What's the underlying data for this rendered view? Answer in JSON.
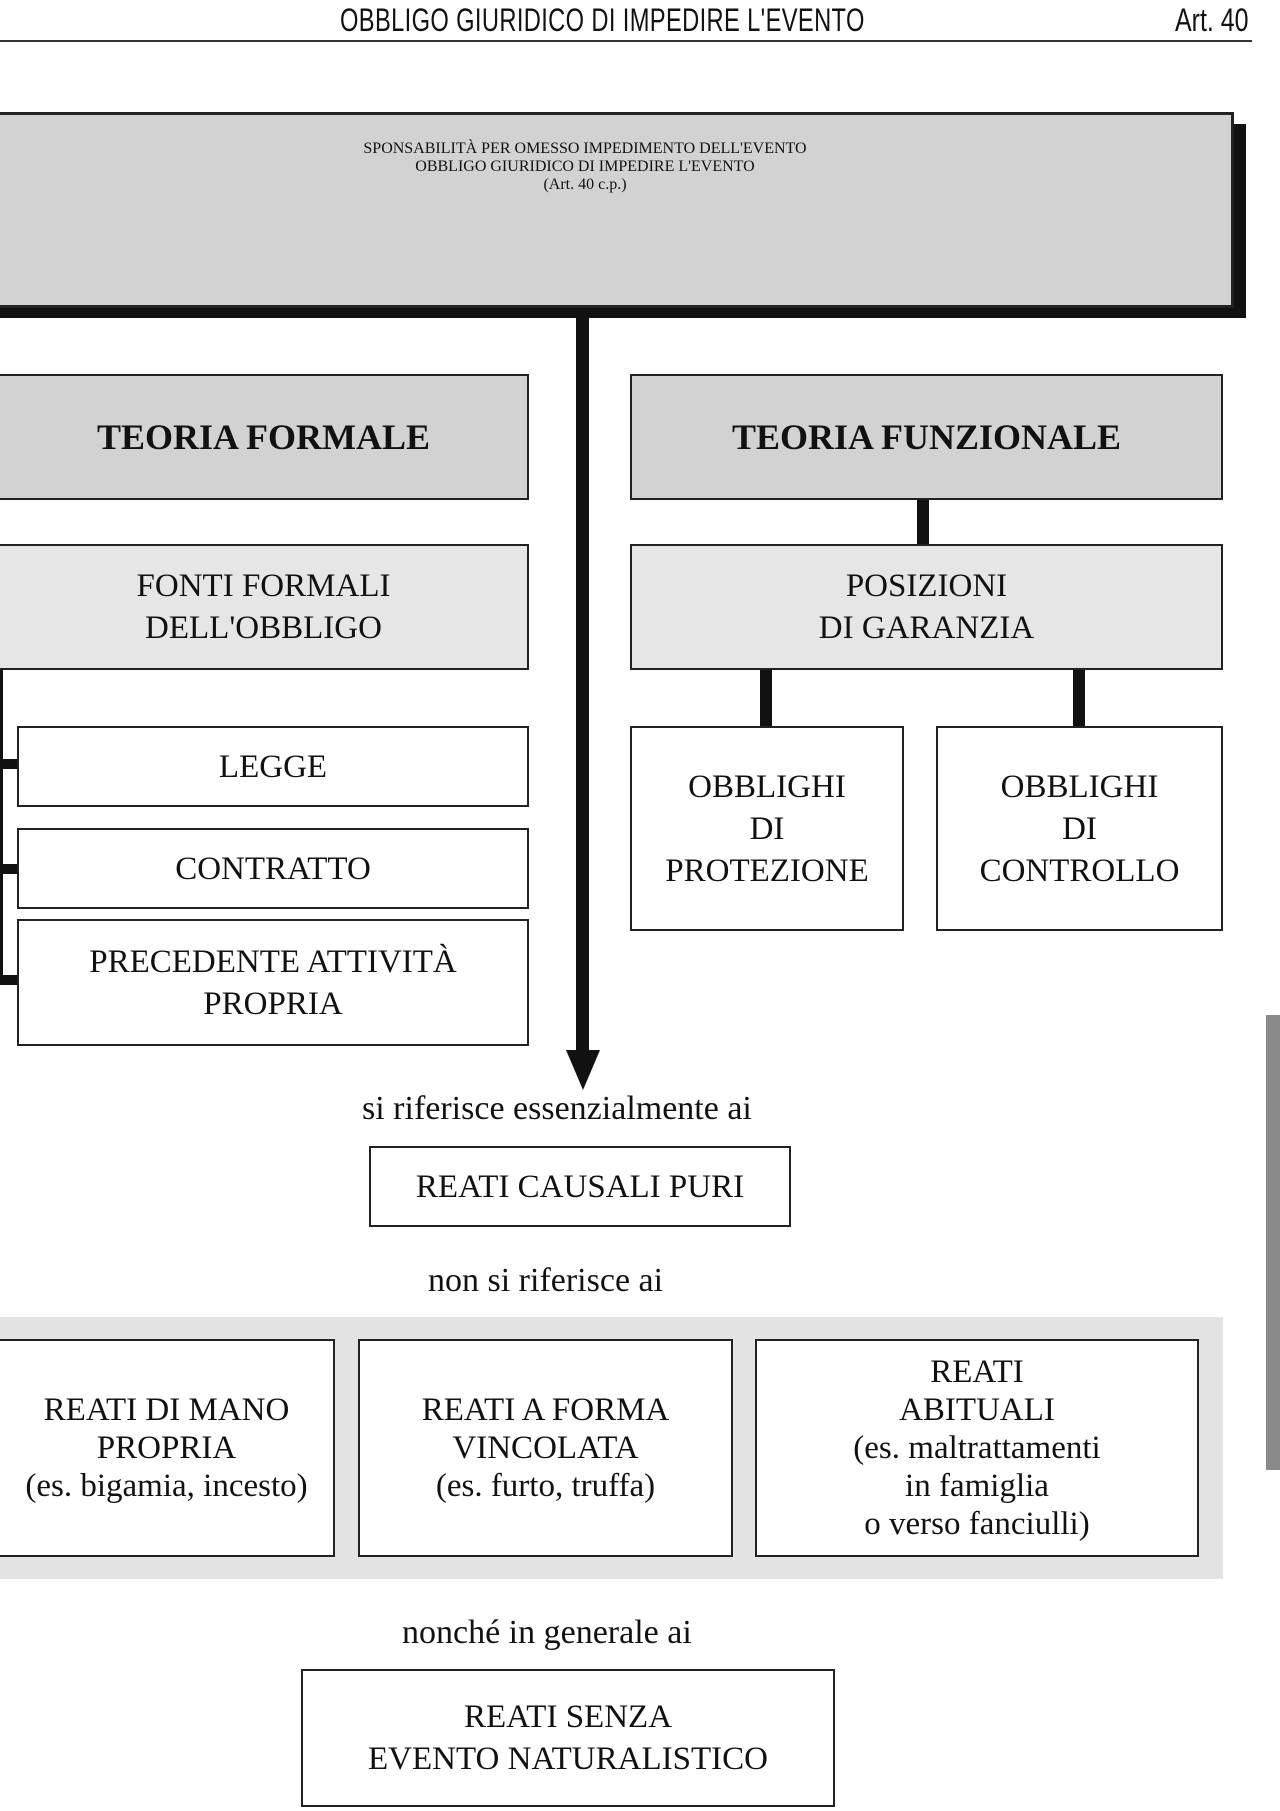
{
  "header": {
    "title": "OBBLIGO GIURIDICO DI IMPEDIRE L'EVENTO",
    "article": "Art. 40"
  },
  "banner": {
    "line1": "SPONSABILITÀ PER OMESSO IMPEDIMENTO DELL'EVENTO",
    "line2": "OBBLIGO GIURIDICO DI IMPEDIRE L'EVENTO",
    "line3": "(Art. 40 c.p.)"
  },
  "formal": {
    "title": "TEORIA FORMALE",
    "sources_l1": "FONTI FORMALI",
    "sources_l2": "DELL'OBBLIGO",
    "items": [
      "LEGGE",
      "CONTRATTO"
    ],
    "item3_l1": "PRECEDENTE ATTIVITÀ",
    "item3_l2": "PROPRIA"
  },
  "functional": {
    "title": "TEORIA FUNZIONALE",
    "positions_l1": "POSIZIONI",
    "positions_l2": "DI GARANZIA",
    "protection": [
      "OBBLIGHI",
      "DI",
      "PROTEZIONE"
    ],
    "control": [
      "OBBLIGHI",
      "DI",
      "CONTROLLO"
    ]
  },
  "refers": {
    "caption": "si riferisce essenzialmente ai",
    "box": "REATI CAUSALI PURI"
  },
  "not_refers": {
    "caption": "non si riferisce ai",
    "box1": [
      "REATI DI MANO",
      "PROPRIA",
      "(es. bigamia, incesto)"
    ],
    "box2": [
      "REATI A FORMA",
      "VINCOLATA",
      "(es. furto, truffa)"
    ],
    "box3": [
      "REATI",
      "ABITUALI",
      "(es. maltrattamenti",
      "in famiglia",
      "o verso fanciulli)"
    ]
  },
  "also": {
    "caption": "nonché in generale ai",
    "box_l1": "REATI SENZA",
    "box_l2": "EVENTO NATURALISTICO"
  }
}
